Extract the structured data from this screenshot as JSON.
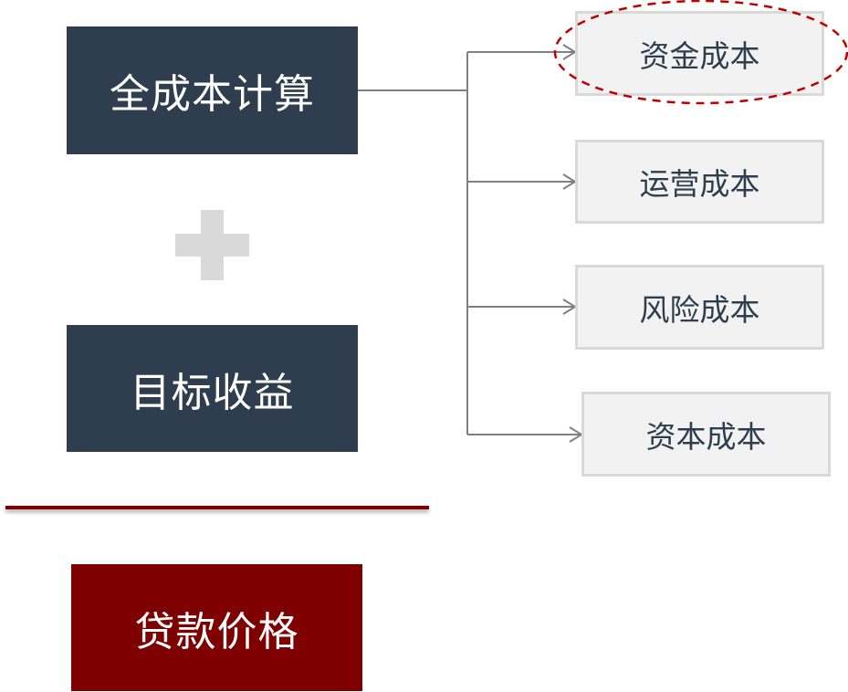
{
  "diagram": {
    "main_boxes": [
      {
        "label": "全成本计算",
        "color": "#2f3e4e"
      },
      {
        "label": "目标收益",
        "color": "#2f3e4e"
      }
    ],
    "operator": "plus-icon",
    "result_box": {
      "label": "贷款价格",
      "color": "#7f0000"
    },
    "cost_components": [
      {
        "label": "资金成本",
        "highlighted": true
      },
      {
        "label": "运营成本",
        "highlighted": false
      },
      {
        "label": "风险成本",
        "highlighted": false
      },
      {
        "label": "资本成本",
        "highlighted": false
      }
    ],
    "colors": {
      "connector": "#808080",
      "highlight_ellipse": "#c00000",
      "component_fill": "#f2f2f2",
      "component_border": "#d9d9d9",
      "divider": "#7f0000"
    }
  }
}
